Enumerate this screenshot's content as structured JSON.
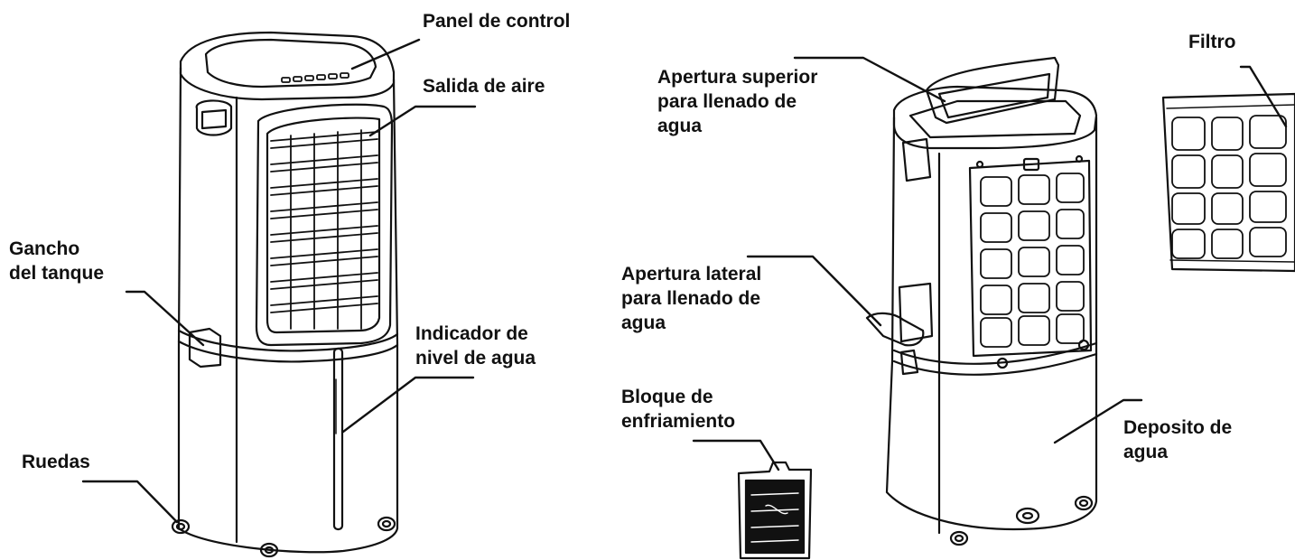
{
  "colors": {
    "ink": "#111111",
    "background": "#ffffff"
  },
  "labels": {
    "panel_control": "Panel de control",
    "salida_aire": "Salida de aire",
    "gancho_tanque": [
      "Gancho",
      "del tanque"
    ],
    "indicador_nivel": [
      "Indicador de",
      "nivel de agua"
    ],
    "ruedas": "Ruedas",
    "apertura_superior": [
      "Apertura superior",
      "para llenado de",
      "agua"
    ],
    "filtro": "Filtro",
    "apertura_lateral": [
      "Apertura lateral",
      "para llenado de",
      "agua"
    ],
    "bloque_enfriamiento": [
      "Bloque de",
      "enfriamiento"
    ],
    "deposito_agua": [
      "Deposito de",
      "agua"
    ]
  }
}
